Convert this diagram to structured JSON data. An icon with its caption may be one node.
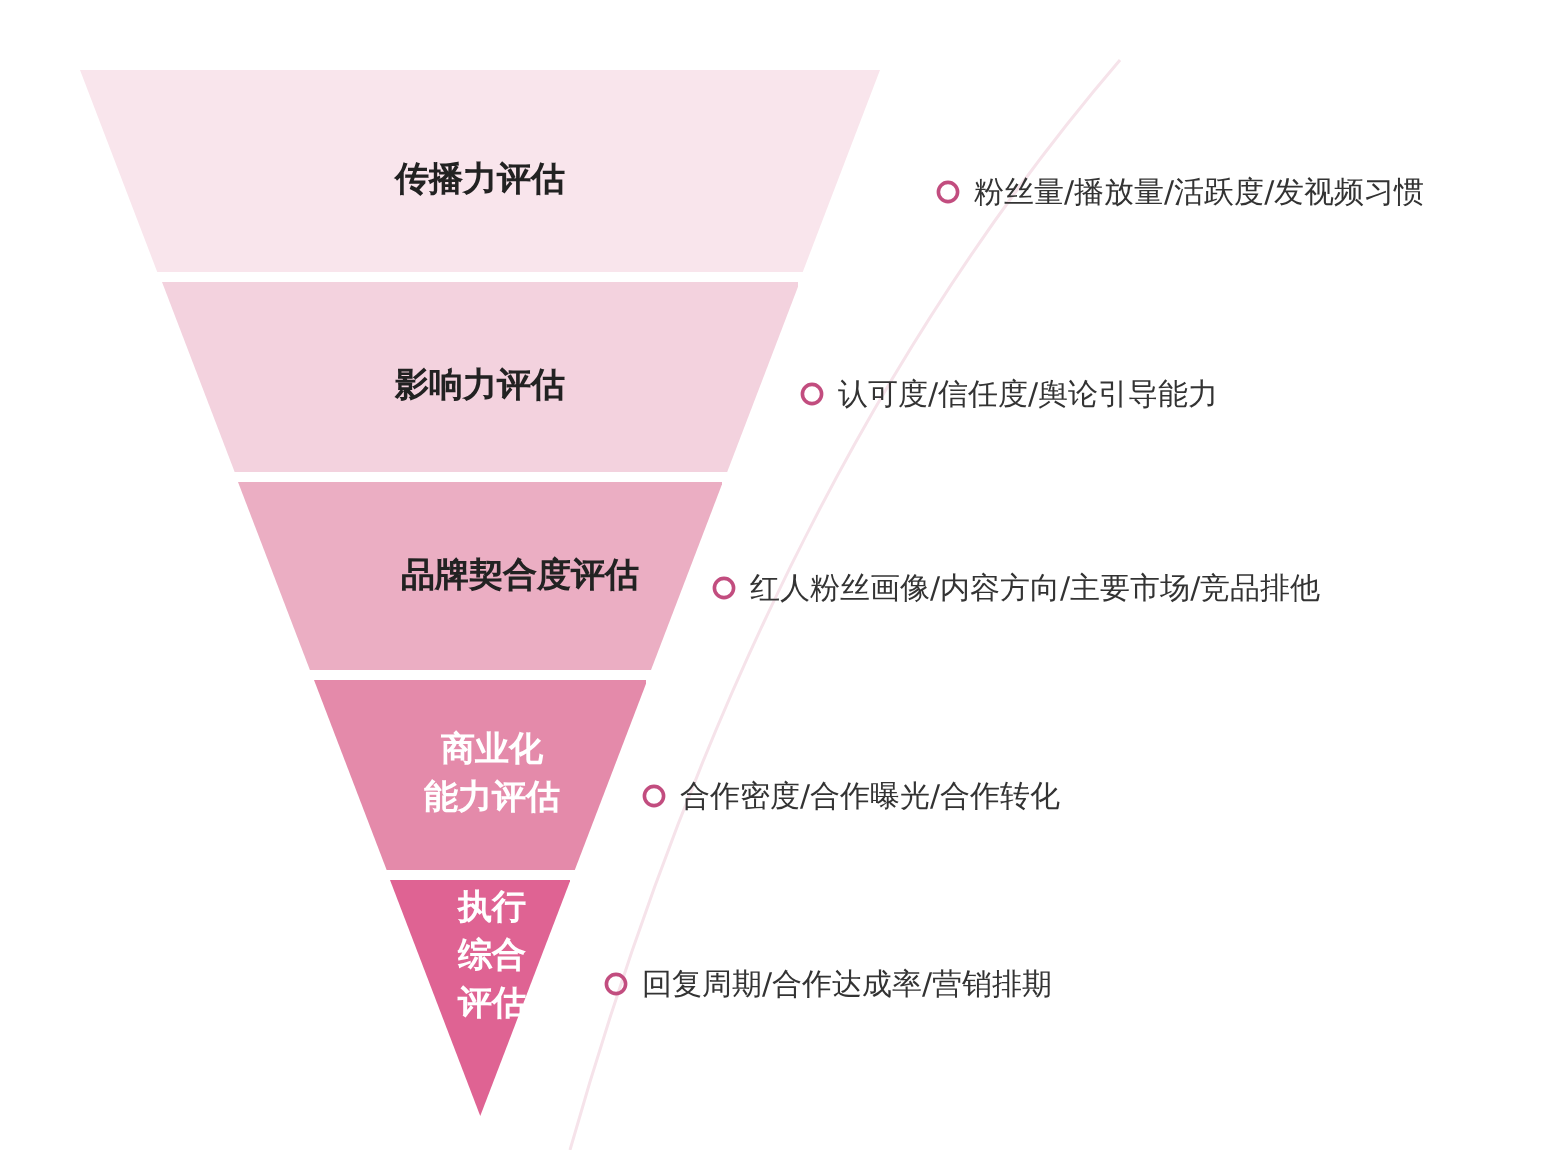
{
  "diagram": {
    "nodes": [
      {
        "text": [
          "传播力评估"
        ],
        "beside": [
          "粉丝量/播放量/活跃度/发视频习惯"
        ]
      },
      {
        "text": [
          "影响力评估"
        ],
        "beside": [
          "认可度/信任度/舆论引导能力"
        ]
      },
      {
        "text": [
          "品牌契合度评估"
        ],
        "beside": [
          "红人粉丝画像/内容方向/主要市场/竞品排他"
        ]
      },
      {
        "text": [
          "商业化能力评估"
        ],
        "beside": [
          "合作密度/合作曝光/合作转化"
        ]
      },
      {
        "text": [
          "执行综合评估"
        ],
        "beside": [
          "回复周期/合作达成率/营销排期"
        ]
      }
    ]
  }
}
